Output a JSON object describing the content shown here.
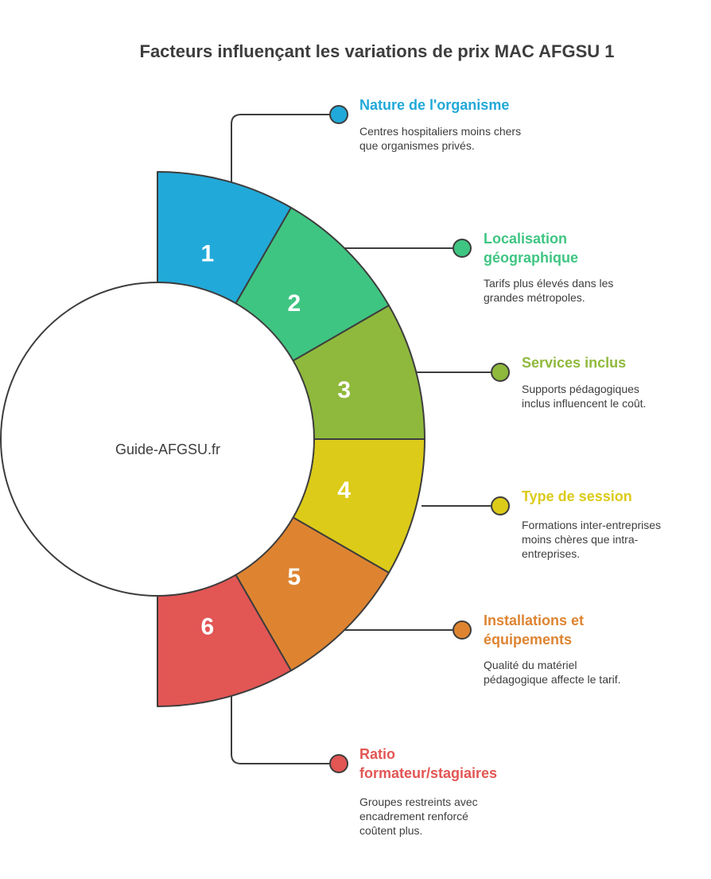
{
  "title": "Facteurs influençant les variations de prix MAC AFGSU 1",
  "hub_label": "Guide-AFGSU.fr",
  "factors": [
    {
      "number": "1",
      "title": "Nature de l'organisme",
      "description": "Centres hospitaliers moins chers que organismes privés.",
      "color": "#21a9d9"
    },
    {
      "number": "2",
      "title": "Localisation géographique",
      "description": "Tarifs plus élevés dans les grandes métropoles.",
      "color": "#3fc582"
    },
    {
      "number": "3",
      "title": "Services inclus",
      "description": "Supports pédagogiques inclus influencent le coût.",
      "color": "#8fb93c"
    },
    {
      "number": "4",
      "title": "Type de session",
      "description": "Formations inter-entreprises moins chères que intra-entreprises.",
      "color": "#dccb19"
    },
    {
      "number": "5",
      "title": "Installations et équipements",
      "description": "Qualité du matériel pédagogique affecte le tarif.",
      "color": "#de8431"
    },
    {
      "number": "6",
      "title": "Ratio formateur/stagiaires",
      "description": "Groupes restreints avec encadrement renforcé coûtent plus.",
      "color": "#e25654"
    }
  ]
}
